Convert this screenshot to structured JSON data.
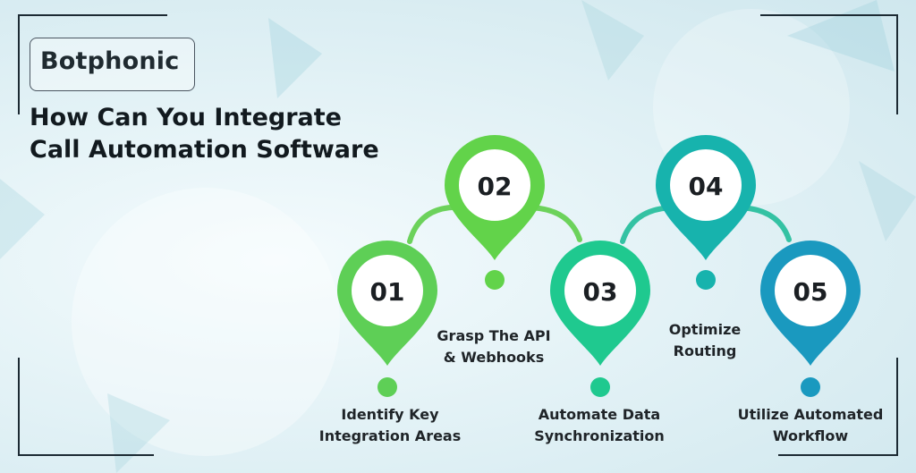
{
  "logo": {
    "text": "Botphonic"
  },
  "title": {
    "line1": "How Can You Integrate",
    "line2": "Call Automation Software"
  },
  "colors": {
    "step1": "#5ecf56",
    "step2": "#62d34a",
    "step3": "#1fc98f",
    "step4": "#17b3ad",
    "step5": "#1a99bf",
    "connector1": "#6cd25b",
    "connector2": "#34c2a3"
  },
  "steps": [
    {
      "number": "01",
      "label_line1": "Identify Key",
      "label_line2": "Integration Areas"
    },
    {
      "number": "02",
      "label_line1": "Grasp The API",
      "label_line2": "& Webhooks"
    },
    {
      "number": "03",
      "label_line1": "Automate Data",
      "label_line2": "Synchronization"
    },
    {
      "number": "04",
      "label_line1": "Optimize",
      "label_line2": "Routing"
    },
    {
      "number": "05",
      "label_line1": "Utilize Automated",
      "label_line2": "Workflow"
    }
  ]
}
